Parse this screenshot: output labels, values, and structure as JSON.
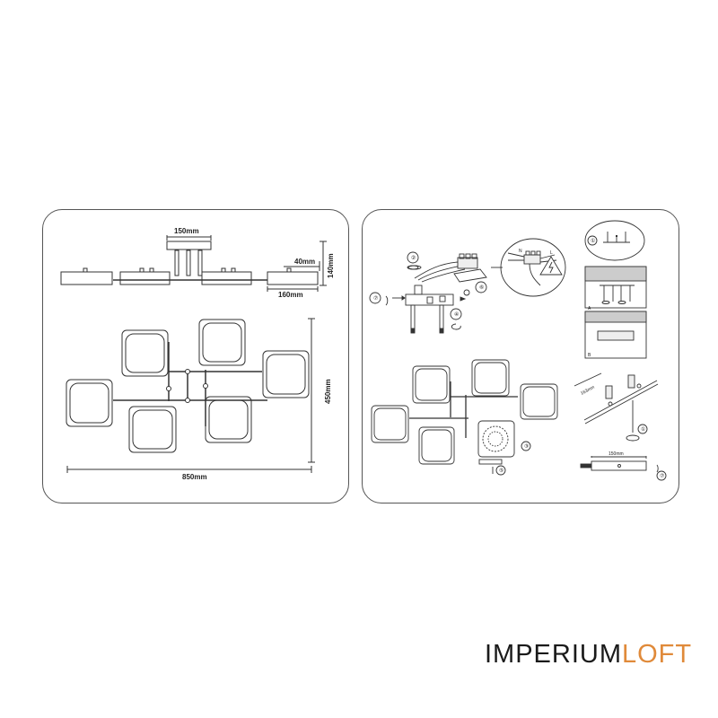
{
  "left_panel": {
    "dim_canopy_width": "150mm",
    "dim_arm_height": "40mm",
    "dim_total_height": "140mm",
    "dim_shade_width": "160mm",
    "dim_depth": "450mm",
    "dim_total_width": "850mm"
  },
  "right_panel": {
    "label_canopy_width": "150mm",
    "label_drill_spacing": "163mm",
    "step_1": "①",
    "step_2": "②",
    "step_3": "③",
    "step_4": "④",
    "step_5": "⑤",
    "step_6": "⑥",
    "step_7": "⑦",
    "option_a": "A",
    "option_b": "B",
    "wire_n": "N",
    "wire_l": "L"
  },
  "brand": {
    "part1": "IMPERIUM",
    "part2": "LOFT",
    "accent_color": "#e08a3a",
    "text_color": "#1a1a1a"
  }
}
